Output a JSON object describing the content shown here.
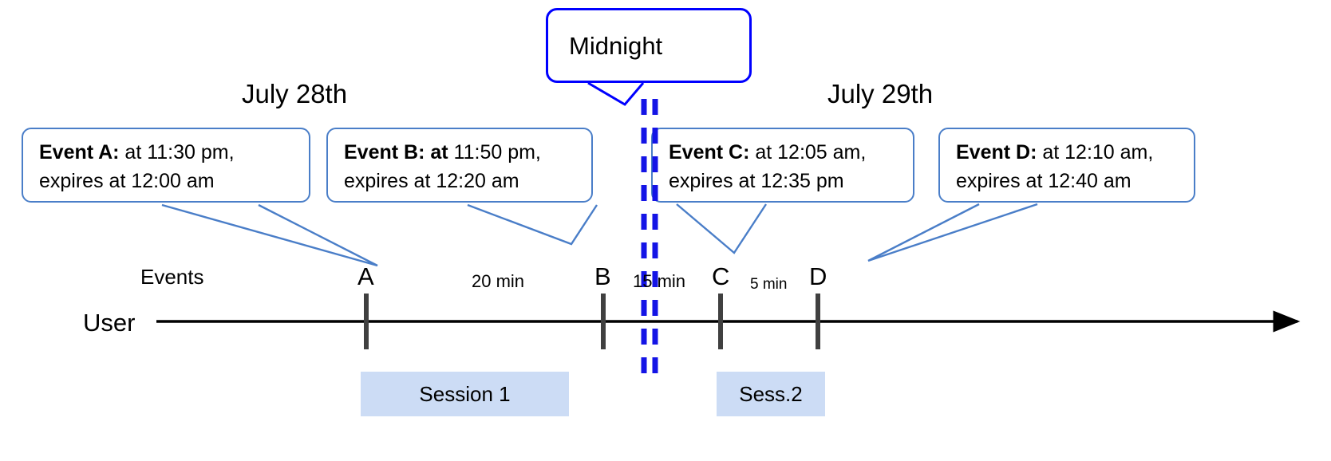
{
  "diagram": {
    "title_box": {
      "label": "Midnight"
    },
    "dates": [
      {
        "label": "July 28th"
      },
      {
        "label": "July 29th"
      }
    ],
    "axis": {
      "row_label": "User",
      "events_row_label": "Events"
    },
    "callouts": [
      {
        "id": "event-a",
        "bold": "Event A:",
        "rest": " at 11:30 pm,",
        "line2": "expires at 12:00 am"
      },
      {
        "id": "event-b",
        "bold": "Event B: at",
        "rest": " 11:50 pm,",
        "line2": "expires at 12:20 am"
      },
      {
        "id": "event-c",
        "bold": "Event C:",
        "rest": " at 12:05 am,",
        "line2": "expires at 12:35 pm"
      },
      {
        "id": "event-d",
        "bold": "Event D:",
        "rest": "  at 12:10 am,",
        "line2": "expires at 12:40 am"
      }
    ],
    "markers": [
      {
        "id": "marker-a",
        "label": "A"
      },
      {
        "id": "marker-b",
        "label": "B"
      },
      {
        "id": "marker-c",
        "label": "C"
      },
      {
        "id": "marker-d",
        "label": "D"
      }
    ],
    "gaps": [
      {
        "id": "gap-ab",
        "label": "20 min"
      },
      {
        "id": "gap-bc",
        "label": "15 min"
      },
      {
        "id": "gap-cd",
        "label": "5 min"
      }
    ],
    "sessions": [
      {
        "id": "session-1",
        "label": "Session 1"
      },
      {
        "id": "session-2",
        "label": "Sess.2"
      }
    ],
    "colors": {
      "callout_border": "#4a7ec8",
      "midnight_border": "#0000ff",
      "session_fill": "#ccdcf5",
      "marker": "#404040",
      "axis": "#000000"
    }
  }
}
